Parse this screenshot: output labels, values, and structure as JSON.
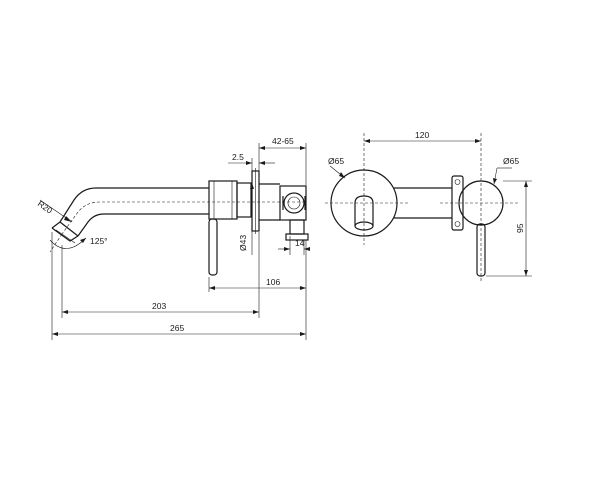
{
  "dimensions": {
    "offset_42_65": "42-65",
    "gap_2_5": "2.5",
    "dia_43": "Ø43",
    "width_14": "14",
    "len_106": "106",
    "len_203": "203",
    "len_265": "265",
    "radius_r20": "R20",
    "angle_125": "125°",
    "spacing_120": "120",
    "dia_65_left": "Ø65",
    "dia_65_right": "Ø65",
    "height_95": "95"
  }
}
